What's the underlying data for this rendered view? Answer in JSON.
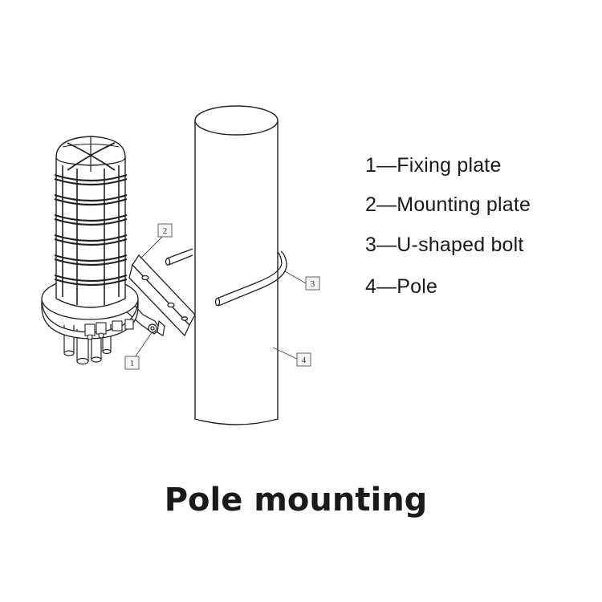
{
  "legend": {
    "items": [
      {
        "number": "1",
        "label": "1—Fixing plate"
      },
      {
        "number": "2",
        "label": "2—Mounting plate"
      },
      {
        "number": "3",
        "label": "3—U-shaped bolt"
      },
      {
        "number": "4",
        "label": "4—Pole"
      }
    ]
  },
  "callouts": [
    "1",
    "2",
    "3",
    "4"
  ],
  "caption": "Pole mounting"
}
